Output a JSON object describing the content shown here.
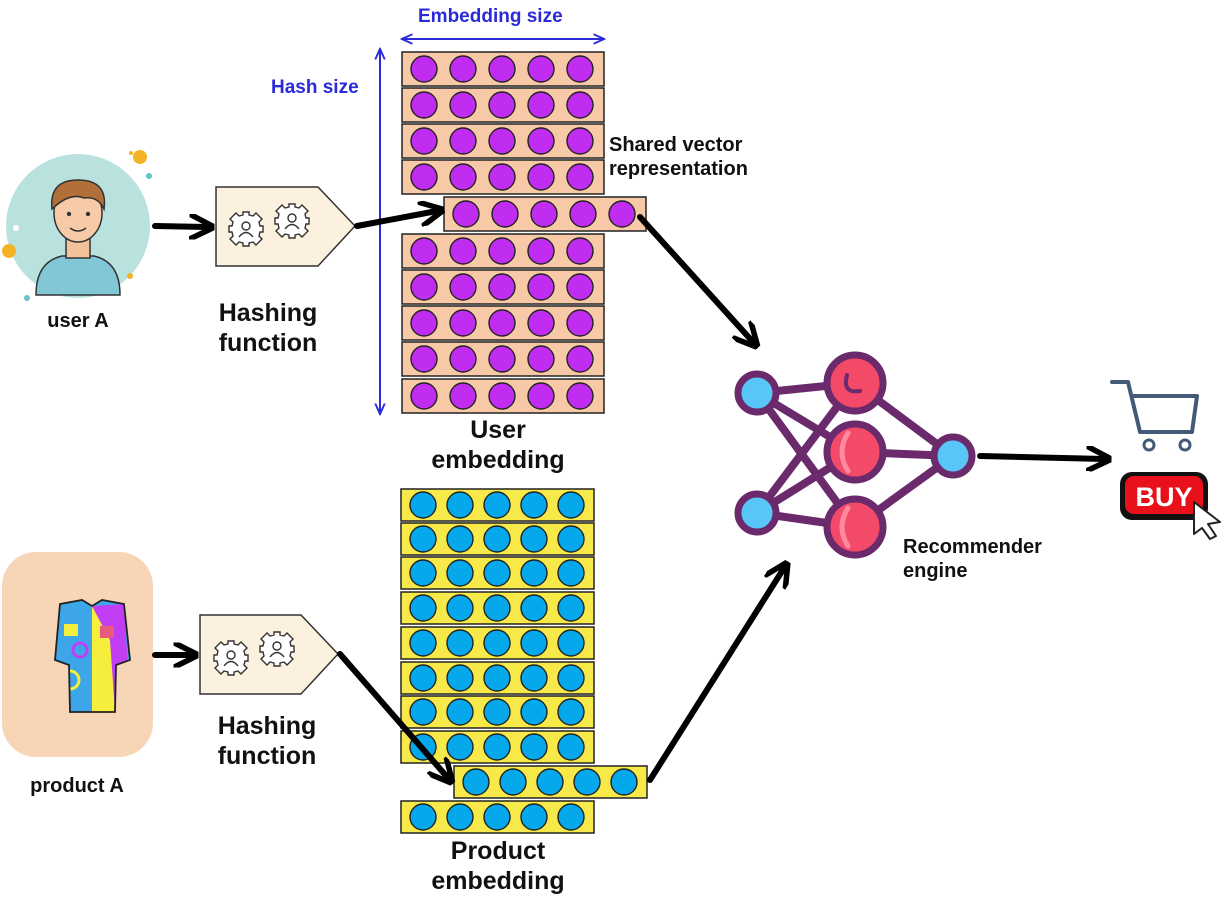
{
  "labels": {
    "embedding_size": "Embedding size",
    "hash_size": "Hash size",
    "shared_vector_line1": "Shared vector",
    "shared_vector_line2": "representation",
    "user_a": "user A",
    "product_a": "product A",
    "hashing_function_line1": "Hashing",
    "hashing_function_line2": "function",
    "user_embedding_line1": "User",
    "user_embedding_line2": "embedding",
    "product_embedding_line1": "Product",
    "product_embedding_line2": "embedding",
    "recommender_line1": "Recommender",
    "recommender_line2": "engine",
    "buy": "BUY"
  },
  "user_embedding": {
    "rows": 10,
    "cols": 5,
    "selected_row": 4
  },
  "product_embedding": {
    "rows": 10,
    "cols": 5,
    "selected_row": 8
  },
  "colors": {
    "user_row": "#f7c9a6",
    "user_dot": "#c02cf0",
    "product_row": "#f7e94a",
    "product_dot": "#05a8ea",
    "axis_blue": "#2a2ad8",
    "nn_purple": "#6b2a6b",
    "nn_pink": "#f44a6a",
    "nn_blue": "#58c6f7",
    "buy_red": "#e8111b",
    "cart": "#455a78"
  }
}
